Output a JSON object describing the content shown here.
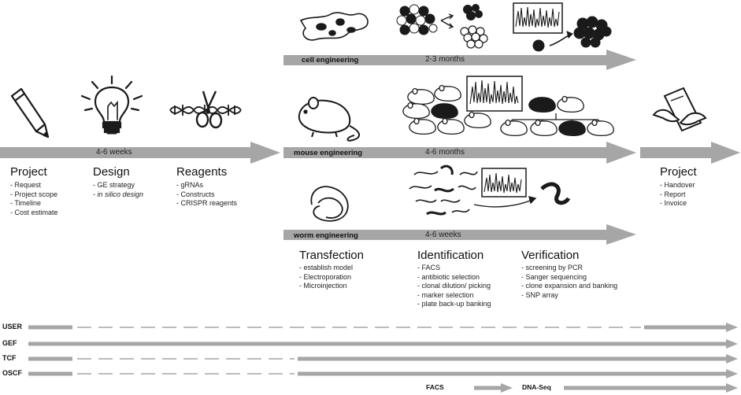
{
  "project_start": {
    "title": "Project",
    "items": [
      "Request",
      "Project scope",
      "Timeline",
      "Cost estimate"
    ]
  },
  "design": {
    "title": "Design",
    "items": [
      "GE strategy",
      "in silico design"
    ]
  },
  "reagents": {
    "title": "Reagents",
    "items": [
      "gRNAs",
      "Constructs",
      "CRISPR reagents"
    ]
  },
  "main_arrow": {
    "duration": "4-6 weeks"
  },
  "tracks": {
    "cell": {
      "label": "cell engineering",
      "duration": "2-3 months"
    },
    "mouse": {
      "label": "mouse engineering",
      "duration": "4-6 months"
    },
    "worm": {
      "label": "worm engineering",
      "duration": "4-6 weeks"
    }
  },
  "transfection": {
    "title": "Transfection",
    "items": [
      "establish model",
      "Electroporation",
      "Microinjection"
    ]
  },
  "identification": {
    "title": "Identification",
    "items": [
      "FACS",
      "antibiotic selection",
      "clonal dilution/ picking",
      "marker selection",
      "plate back-up banking"
    ]
  },
  "verification": {
    "title": "Verification",
    "items": [
      "screening by PCR",
      "Sanger sequencing",
      "clone expansion and banking",
      "SNP array"
    ]
  },
  "project_end": {
    "title": "Project",
    "items": [
      "Handover",
      "Report",
      "Invoice"
    ]
  },
  "lanes": [
    "USER",
    "GEF",
    "TCF",
    "OSCF"
  ],
  "bottom_labels": {
    "facs": "FACS",
    "dnaseq": "DNA-Seq"
  },
  "icons": {
    "pencil": "pencil-icon",
    "bulb": "lightbulb-icon",
    "dna": "dna-scissors-icon",
    "mouse": "mouse-icon",
    "worm": "worm-icon",
    "cells": "cells-icon",
    "handover": "handshake-document-icon"
  },
  "colors": {
    "arrow": "#a6a6a6",
    "lane_line": "#a6a6a6",
    "icon": "#1a1a1a"
  }
}
